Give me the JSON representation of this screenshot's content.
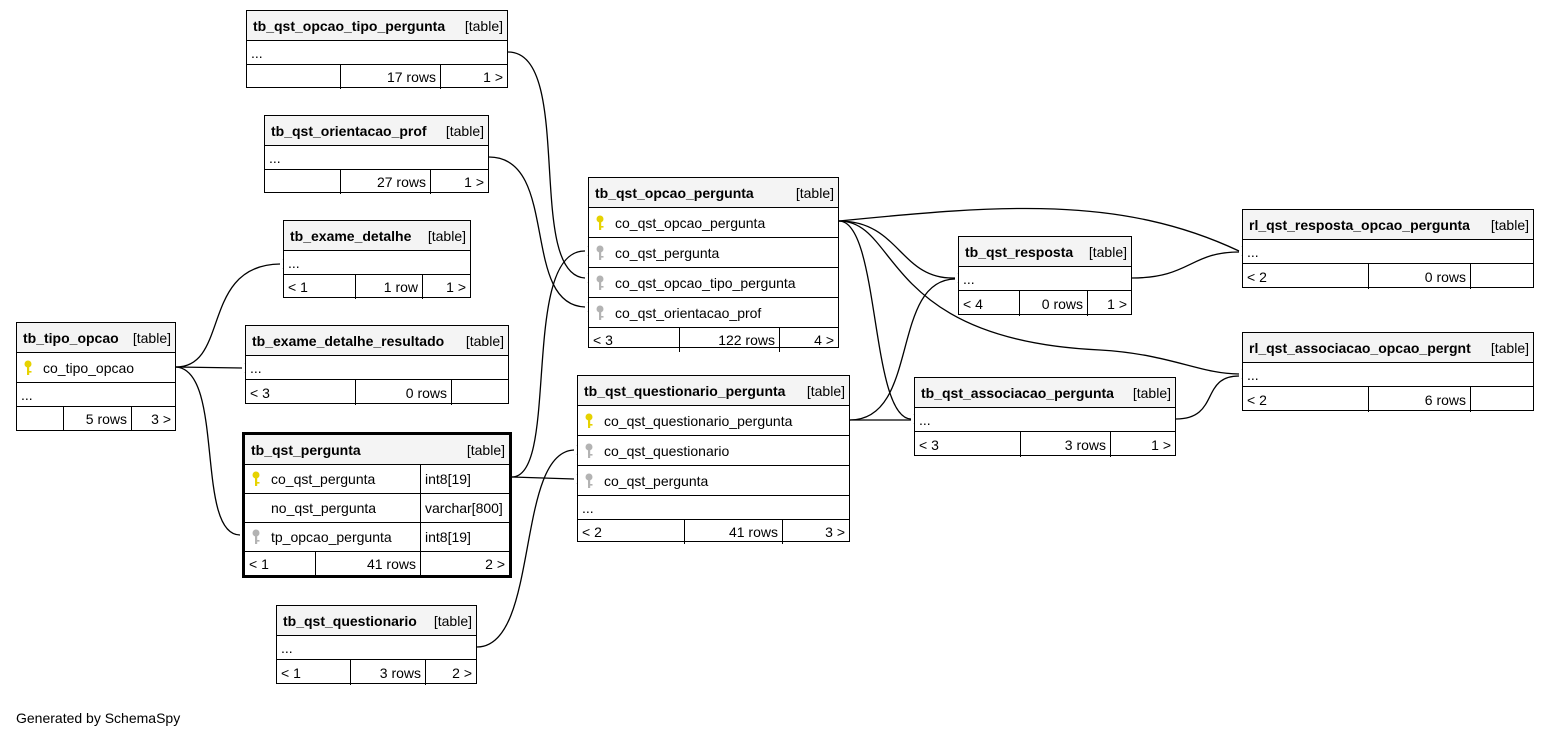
{
  "footer": "Generated by SchemaSpy",
  "tables": {
    "t1": {
      "name": "tb_qst_opcao_tipo_pergunta",
      "type": "[table]",
      "ellipsis": "...",
      "parents": "",
      "rows": "17 rows",
      "children": "1 >"
    },
    "t2": {
      "name": "tb_qst_orientacao_prof",
      "type": "[table]",
      "ellipsis": "...",
      "parents": "",
      "rows": "27 rows",
      "children": "1 >"
    },
    "t3": {
      "name": "tb_exame_detalhe",
      "type": "[table]",
      "ellipsis": "...",
      "parents": "< 1",
      "rows": "1 row",
      "children": "1 >"
    },
    "t4": {
      "name": "tb_tipo_opcao",
      "type": "[table]",
      "columns": [
        {
          "name": "co_tipo_opcao",
          "key": "primary"
        }
      ],
      "ellipsis": "...",
      "parents": "",
      "rows": "5 rows",
      "children": "3 >"
    },
    "t5": {
      "name": "tb_exame_detalhe_resultado",
      "type": "[table]",
      "ellipsis": "...",
      "parents": "< 3",
      "rows": "0 rows",
      "children": ""
    },
    "t6": {
      "name": "tb_qst_pergunta",
      "type": "[table]",
      "columns": [
        {
          "name": "co_qst_pergunta",
          "dtype": "int8[19]",
          "key": "primary"
        },
        {
          "name": "no_qst_pergunta",
          "dtype": "varchar[800]",
          "key": "none"
        },
        {
          "name": "tp_opcao_pergunta",
          "dtype": "int8[19]",
          "key": "foreign"
        }
      ],
      "parents": "< 1",
      "rows": "41 rows",
      "children": "2 >"
    },
    "t7": {
      "name": "tb_qst_questionario",
      "type": "[table]",
      "ellipsis": "...",
      "parents": "< 1",
      "rows": "3 rows",
      "children": "2 >"
    },
    "t8": {
      "name": "tb_qst_opcao_pergunta",
      "type": "[table]",
      "columns": [
        {
          "name": "co_qst_opcao_pergunta",
          "key": "primary"
        },
        {
          "name": "co_qst_pergunta",
          "key": "foreign"
        },
        {
          "name": "co_qst_opcao_tipo_pergunta",
          "key": "foreign"
        },
        {
          "name": "co_qst_orientacao_prof",
          "key": "foreign"
        }
      ],
      "parents": "< 3",
      "rows": "122 rows",
      "children": "4 >"
    },
    "t9": {
      "name": "tb_qst_questionario_pergunta",
      "type": "[table]",
      "columns": [
        {
          "name": "co_qst_questionario_pergunta",
          "key": "primary"
        },
        {
          "name": "co_qst_questionario",
          "key": "foreign"
        },
        {
          "name": "co_qst_pergunta",
          "key": "foreign"
        }
      ],
      "ellipsis": "...",
      "parents": "< 2",
      "rows": "41 rows",
      "children": "3 >"
    },
    "t10": {
      "name": "tb_qst_resposta",
      "type": "[table]",
      "ellipsis": "...",
      "parents": "< 4",
      "rows": "0 rows",
      "children": "1 >"
    },
    "t11": {
      "name": "tb_qst_associacao_pergunta",
      "type": "[table]",
      "ellipsis": "...",
      "parents": "< 3",
      "rows": "3 rows",
      "children": "1 >"
    },
    "t12": {
      "name": "rl_qst_resposta_opcao_pergunta",
      "type": "[table]",
      "ellipsis": "...",
      "parents": "< 2",
      "rows": "0 rows",
      "children": ""
    },
    "t13": {
      "name": "rl_qst_associacao_opcao_pergnt",
      "type": "[table]",
      "ellipsis": "...",
      "parents": "< 2",
      "rows": "6 rows",
      "children": ""
    }
  },
  "colors": {
    "primary_key": "#e6d200",
    "foreign_key": "#b3b3b3",
    "header_bg": "#f4f4f4"
  }
}
